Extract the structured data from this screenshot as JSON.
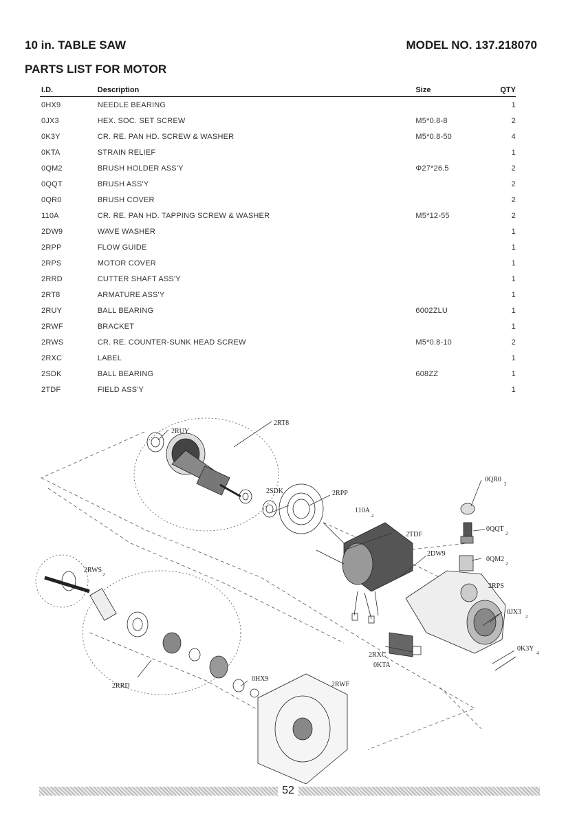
{
  "header": {
    "product": "10 in. TABLE SAW",
    "model": "MODEL NO. 137.218070"
  },
  "section_title": "PARTS LIST FOR MOTOR",
  "table": {
    "columns": [
      "I.D.",
      "Description",
      "Size",
      "QTY"
    ],
    "rows": [
      {
        "id": "0HX9",
        "desc": "NEEDLE BEARING",
        "size": "",
        "qty": "1"
      },
      {
        "id": "0JX3",
        "desc": "HEX. SOC. SET SCREW",
        "size": "M5*0.8-8",
        "qty": "2"
      },
      {
        "id": "0K3Y",
        "desc": "CR. RE. PAN HD. SCREW & WASHER",
        "size": "M5*0.8-50",
        "qty": "4"
      },
      {
        "id": "0KTA",
        "desc": "STRAIN RELIEF",
        "size": "",
        "qty": "1"
      },
      {
        "id": "0QM2",
        "desc": "BRUSH HOLDER ASS'Y",
        "size": "Φ27*26.5",
        "qty": "2"
      },
      {
        "id": "0QQT",
        "desc": "BRUSH ASS'Y",
        "size": "",
        "qty": "2"
      },
      {
        "id": "0QR0",
        "desc": "BRUSH COVER",
        "size": "",
        "qty": "2"
      },
      {
        "id": "110A",
        "desc": "CR. RE. PAN HD. TAPPING SCREW & WASHER",
        "size": "M5*12-55",
        "qty": "2"
      },
      {
        "id": "2DW9",
        "desc": "WAVE WASHER",
        "size": "",
        "qty": "1"
      },
      {
        "id": "2RPP",
        "desc": "FLOW GUIDE",
        "size": "",
        "qty": "1"
      },
      {
        "id": "2RPS",
        "desc": "MOTOR COVER",
        "size": "",
        "qty": "1"
      },
      {
        "id": "2RRD",
        "desc": "CUTTER SHAFT ASS'Y",
        "size": "",
        "qty": "1"
      },
      {
        "id": "2RT8",
        "desc": "ARMATURE ASS'Y",
        "size": "",
        "qty": "1"
      },
      {
        "id": "2RUY",
        "desc": "BALL BEARING",
        "size": "6002ZLU",
        "qty": "1"
      },
      {
        "id": "2RWF",
        "desc": "BRACKET",
        "size": "",
        "qty": "1"
      },
      {
        "id": "2RWS",
        "desc": "CR. RE. COUNTER-SUNK HEAD SCREW",
        "size": "M5*0.8-10",
        "qty": "2"
      },
      {
        "id": "2RXC",
        "desc": "LABEL",
        "size": "",
        "qty": "1"
      },
      {
        "id": "2SDK",
        "desc": "BALL BEARING",
        "size": "608ZZ",
        "qty": "1"
      },
      {
        "id": "2TDF",
        "desc": "FIELD ASS'Y",
        "size": "",
        "qty": "1"
      }
    ]
  },
  "diagram_labels": {
    "rt8": "2RT8",
    "ruy": "2RUY",
    "sdk": "2SDK",
    "rpp": "2RPP",
    "a110": "110A",
    "a110_sub": "2",
    "tdf": "2TDF",
    "dw9": "2DW9",
    "qr0": "0QR0",
    "qr0_sub": "2",
    "qqt": "0QQT",
    "qqt_sub": "2",
    "qm2": "0QM2",
    "qm2_sub": "2",
    "rps": "2RPS",
    "jx3": "0JX3",
    "jx3_sub": "2",
    "k3y": "0K3Y",
    "k3y_sub": "4",
    "rws": "2RWS",
    "rws_sub": "2",
    "rxc": "2RXC",
    "kta": "0KTA",
    "rrd": "2RRD",
    "hx9": "0HX9",
    "rwf": "2RWF"
  },
  "footer": {
    "page_number": "52"
  }
}
